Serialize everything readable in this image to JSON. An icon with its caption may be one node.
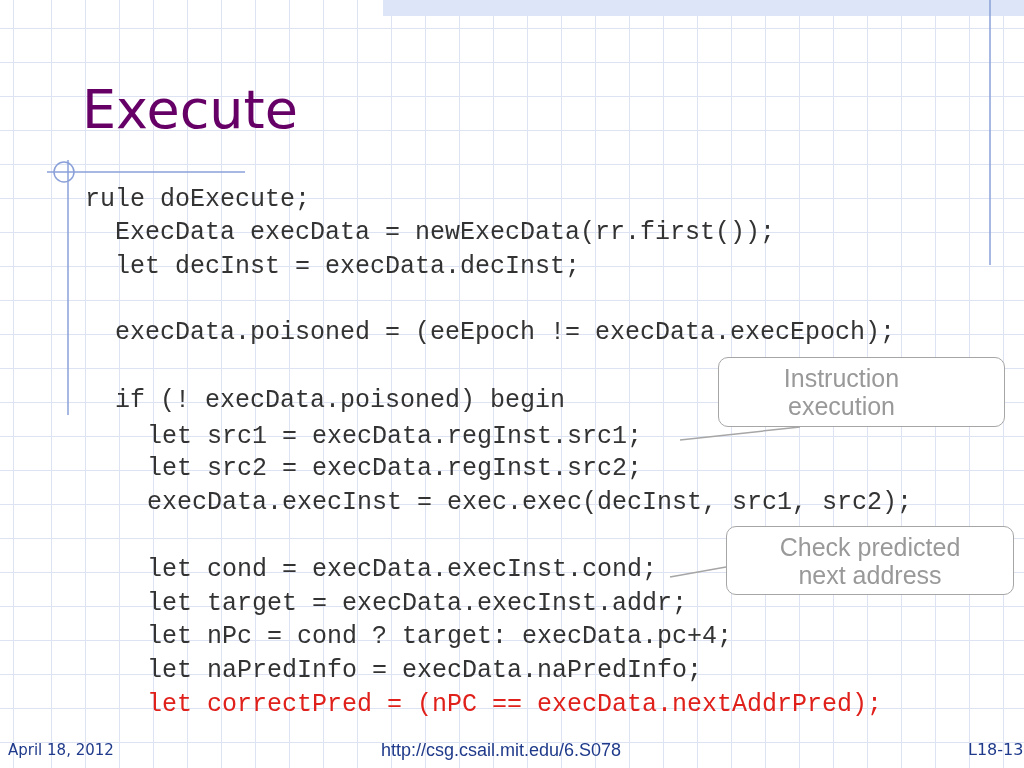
{
  "diagram": {
    "title": "Execute",
    "nodes": [
      {
        "text": [
          "Instruction execution"
        ]
      },
      {
        "text": [
          "Check predicted next address"
        ]
      }
    ],
    "edges": [
      {
        "from": 0,
        "to": null,
        "arrow": "none"
      },
      {
        "from": 1,
        "to": null,
        "arrow": "none"
      }
    ],
    "labels": [
      "rule doExecute;",
      "ExecData execData = newExecData(rr.first());",
      "let decInst = execData.decInst;",
      "execData.poisoned = (eeEpoch != execData.execEpoch);",
      "if (! execData.poisoned) begin",
      "let src1 = execData.regInst.src1;",
      "let src2 = execData.regInst.src2;",
      "execData.execInst = exec.exec(decInst, src1, src2);",
      "let cond = execData.execInst.cond;",
      "let target = execData.execInst.addr;",
      "let nPc = cond ? target: execData.pc+4;",
      "let naPredInfo = execData.naPredInfo;",
      "let correctPred = (nPC == execData.nextAddrPred);",
      "April 18, 2012",
      "http://csg.csail.mit.edu/6.S078",
      "L18-13"
    ]
  }
}
